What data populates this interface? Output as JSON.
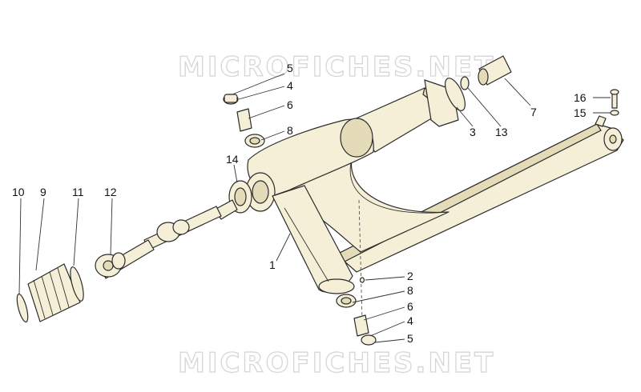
{
  "watermark": "MICROFICHES.NET",
  "callouts": [
    {
      "id": "c5a",
      "text": "5"
    },
    {
      "id": "c4a",
      "text": "4"
    },
    {
      "id": "c6a",
      "text": "6"
    },
    {
      "id": "c8a",
      "text": "8"
    },
    {
      "id": "c14",
      "text": "14"
    },
    {
      "id": "c10",
      "text": "10"
    },
    {
      "id": "c9",
      "text": "9"
    },
    {
      "id": "c11",
      "text": "11"
    },
    {
      "id": "c12",
      "text": "12"
    },
    {
      "id": "c1",
      "text": "1"
    },
    {
      "id": "c2",
      "text": "2"
    },
    {
      "id": "c8b",
      "text": "8"
    },
    {
      "id": "c6b",
      "text": "6"
    },
    {
      "id": "c4b",
      "text": "4"
    },
    {
      "id": "c5b",
      "text": "5"
    },
    {
      "id": "c3",
      "text": "3"
    },
    {
      "id": "c13",
      "text": "13"
    },
    {
      "id": "c7",
      "text": "7"
    },
    {
      "id": "c16",
      "text": "16"
    },
    {
      "id": "c15",
      "text": "15"
    }
  ]
}
